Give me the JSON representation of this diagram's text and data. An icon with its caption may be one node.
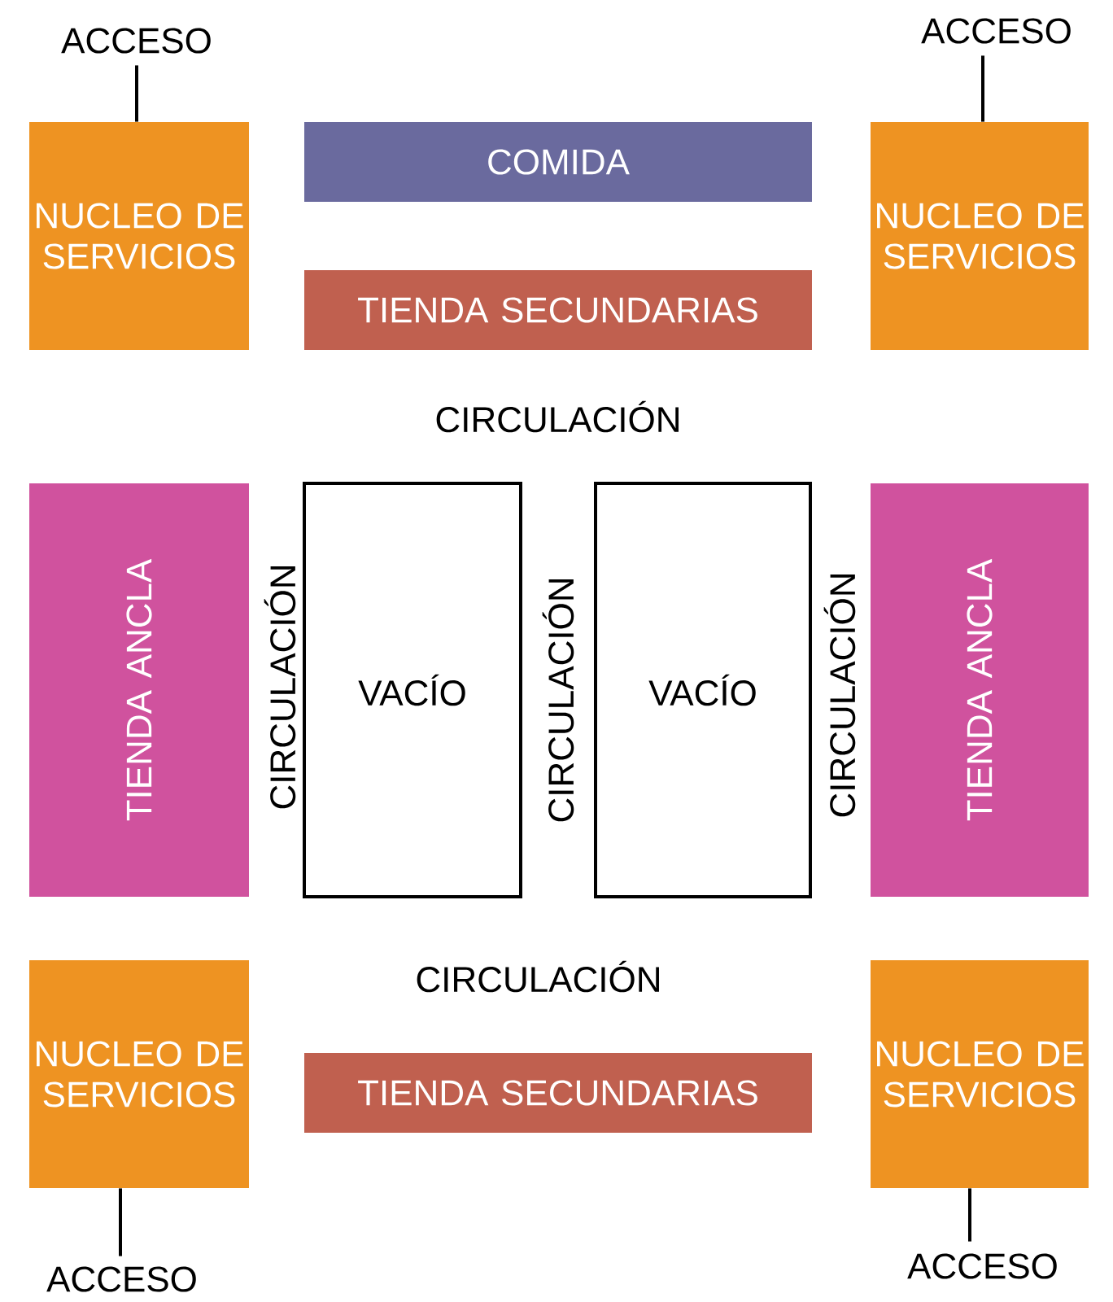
{
  "diagram": {
    "nodes": [
      {
        "text": [
          "ACCESO"
        ]
      },
      {
        "text": [
          "NUCLEO DE SERVICIOS"
        ]
      },
      {
        "text": [
          "COMIDA"
        ]
      },
      {
        "text": [
          "ACCESO"
        ]
      },
      {
        "text": [
          "NUCLEO DE SERVICIOS"
        ]
      },
      {
        "text": [
          "TIENDA SECUNDARIAS"
        ]
      },
      {
        "text": [
          "TIENDA ANCLA"
        ]
      },
      {
        "text": [
          "VACÍO"
        ]
      },
      {
        "text": [
          "VACÍO"
        ]
      },
      {
        "text": [
          "TIENDA ANCLA"
        ]
      },
      {
        "text": [
          "NUCLEO DE SERVICIOS"
        ]
      },
      {
        "text": [
          "TIENDA SECUNDARIAS"
        ]
      },
      {
        "text": [
          "NUCLEO DE SERVICIOS"
        ]
      },
      {
        "text": [
          "ACCESO"
        ]
      },
      {
        "text": [
          "ACCESO"
        ]
      }
    ],
    "edges": [
      {
        "from": 0,
        "to": 1,
        "arrow": "none"
      },
      {
        "from": 3,
        "to": 4,
        "arrow": "none"
      },
      {
        "from": 13,
        "to": 10,
        "arrow": "none"
      },
      {
        "from": 14,
        "to": 12,
        "arrow": "none"
      }
    ],
    "labels": [
      "CIRCULACIÓN",
      "CIRCULACIÓN",
      "CIRCULACIÓN",
      "CIRCULACIÓN",
      "CIRCULACIÓN"
    ]
  }
}
